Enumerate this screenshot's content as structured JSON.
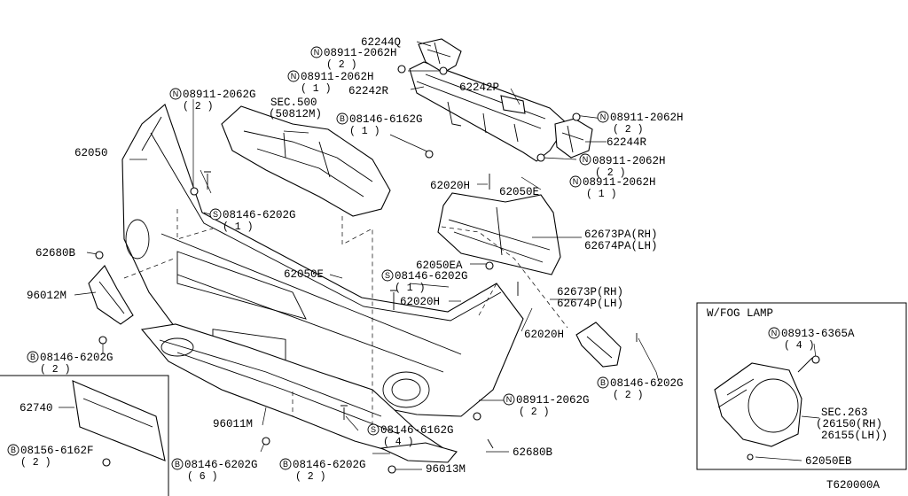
{
  "diagram_code": "T620000A",
  "fog_box_title": "W/FOG LAMP",
  "labels": {
    "p62244Q": "62244Q",
    "nut1": "08911-2062H",
    "nut1_qty": "( 2 )",
    "nut2": "08911-2062H",
    "nut2_qty": "( 1 )",
    "p62242R": "62242R",
    "p62242P": "62242P",
    "nut3": "08911-2062G",
    "nut3_qty": "( 2 )",
    "sec500": "SEC.500",
    "sec500_ref": "(50812M)",
    "bolt1": "08146-6162G",
    "bolt1_qty": "( 1 )",
    "nut4": "08911-2062H",
    "nut4_qty": "( 2 )",
    "p62244R": "62244R",
    "nut5": "08911-2062H",
    "nut5_qty": "( 2 )",
    "p62050": "62050",
    "p62020H_a": "62020H",
    "p62050E_a": "62050E",
    "nut6": "08911-2062H",
    "nut6_qty": "( 1 )",
    "screw1": "08146-6202G",
    "screw1_qty": "( 1 )",
    "p62673PA": "62673PA(RH)",
    "p62674PA": "62674PA(LH)",
    "p62680B_a": "62680B",
    "p62050E_b": "62050E",
    "p62050EA": "62050EA",
    "screw2": "08146-6202G",
    "screw2_qty": "( 1 )",
    "p96012M": "96012M",
    "p62020H_b": "62020H",
    "p62673P": "62673P(RH)",
    "p62674P": "62674P(LH)",
    "p62020H_c": "62020H",
    "bolt2": "08146-6202G",
    "bolt2_qty": "( 2 )",
    "bolt3": "08146-6202G",
    "bolt3_qty": "( 2 )",
    "p62740": "62740",
    "nut7": "08911-2062G",
    "nut7_qty": "( 2 )",
    "p96011M": "96011M",
    "bolt4": "08146-6162G",
    "bolt4_qty": "( 4 )",
    "p62680B_b": "62680B",
    "bolt5": "08156-6162F",
    "bolt5_qty": "( 2 )",
    "bolt6": "08146-6202G",
    "bolt6_qty": "( 6 )",
    "bolt7": "08146-6202G",
    "bolt7_qty": "( 2 )",
    "p96013M": "96013M",
    "fog_nut": "08913-6365A",
    "fog_nut_qty": "( 4 )",
    "sec263": "SEC.263",
    "p26150": "(26150(RH)",
    "p26155": "26155(LH))",
    "p62050EB": "62050EB"
  },
  "symbols": {
    "nut": "N",
    "bolt": "B",
    "screw": "S"
  }
}
